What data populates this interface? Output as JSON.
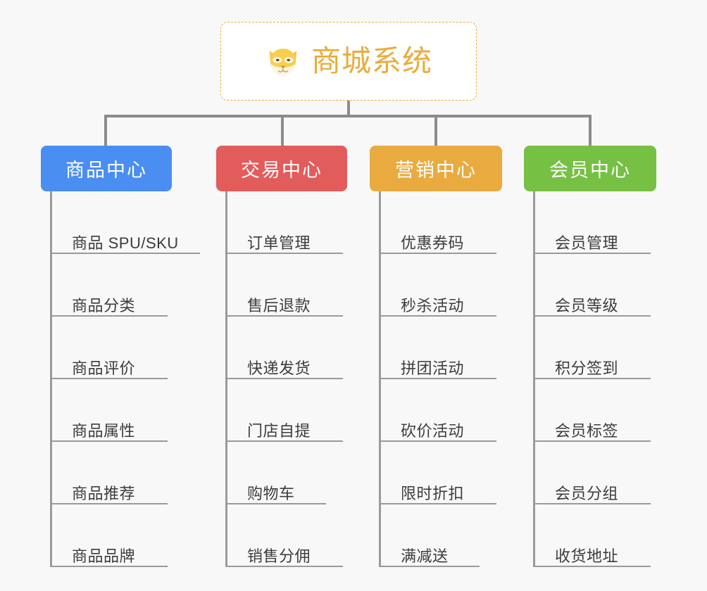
{
  "canvas": {
    "background": "#f8f8f8",
    "connector_color": "#8c8c8c",
    "leaf_line_color": "#9a9a9a",
    "leaf_text_color": "#3c3c3c"
  },
  "root": {
    "title": "商城系统",
    "icon": "shiba-dog-face-icon",
    "text_color": "#e8ad3c",
    "border_color": "#e8ad3c",
    "background": "#ffffff"
  },
  "branches": [
    {
      "id": "product-center",
      "label": "商品中心",
      "color": "#4a8ef1",
      "items": [
        {
          "label": "商品 SPU/SKU",
          "underline_width": 210
        },
        {
          "label": "商品分类",
          "underline_width": 164
        },
        {
          "label": "商品评价",
          "underline_width": 164
        },
        {
          "label": "商品属性",
          "underline_width": 164
        },
        {
          "label": "商品推荐",
          "underline_width": 164
        },
        {
          "label": "商品品牌",
          "underline_width": 164
        }
      ]
    },
    {
      "id": "trade-center",
      "label": "交易中心",
      "color": "#e35c5c",
      "items": [
        {
          "label": "订单管理",
          "underline_width": 164
        },
        {
          "label": "售后退款",
          "underline_width": 164
        },
        {
          "label": "快递发货",
          "underline_width": 164
        },
        {
          "label": "门店自提",
          "underline_width": 164
        },
        {
          "label": "购物车",
          "underline_width": 140
        },
        {
          "label": "销售分佣",
          "underline_width": 164
        }
      ]
    },
    {
      "id": "marketing-center",
      "label": "营销中心",
      "color": "#e9ab3f",
      "items": [
        {
          "label": "优惠券码",
          "underline_width": 164
        },
        {
          "label": "秒杀活动",
          "underline_width": 164
        },
        {
          "label": "拼团活动",
          "underline_width": 164
        },
        {
          "label": "砍价活动",
          "underline_width": 164
        },
        {
          "label": "限时折扣",
          "underline_width": 164
        },
        {
          "label": "满减送",
          "underline_width": 140
        }
      ]
    },
    {
      "id": "member-center",
      "label": "会员中心",
      "color": "#76c043",
      "items": [
        {
          "label": "会员管理",
          "underline_width": 164
        },
        {
          "label": "会员等级",
          "underline_width": 164
        },
        {
          "label": "积分签到",
          "underline_width": 164
        },
        {
          "label": "会员标签",
          "underline_width": 164
        },
        {
          "label": "会员分组",
          "underline_width": 164
        },
        {
          "label": "收货地址",
          "underline_width": 164
        }
      ]
    }
  ]
}
